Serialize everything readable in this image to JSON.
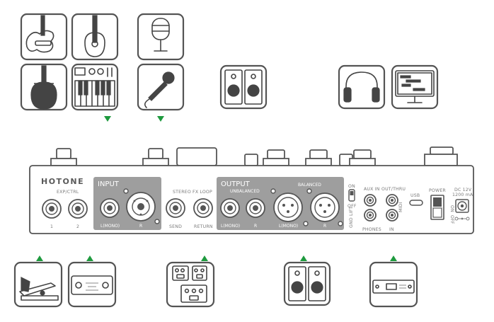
{
  "brand": {
    "name": "HOTONE"
  },
  "colors": {
    "panel_gray": "#9e9e9e",
    "outline": "#555555",
    "arrow_green": "#1e9a3e",
    "label_gray": "#7a7a7a"
  },
  "panel": {
    "exp_ctrl": {
      "title": "EXP/CTRL",
      "jack1": "1",
      "jack2": "2"
    },
    "input": {
      "title": "INPUT",
      "left": "L(MONO)",
      "right": "R"
    },
    "fx_loop": {
      "title": "STEREO FX LOOP",
      "send": "SEND",
      "return": "RETURN"
    },
    "output": {
      "title": "OUTPUT",
      "unbalanced": "UNBALANCED",
      "balanced": "BALANCED",
      "left_unbal": "L(MONO)",
      "right_unbal": "R",
      "left_bal": "L(MONO)",
      "right_bal": "R"
    },
    "gnd_lift": {
      "on": "ON",
      "off": "OFF",
      "label": "GND LIFT"
    },
    "aux_in": "AUX IN",
    "phones": "PHONES",
    "midi": {
      "out_thru": "OUT/THRU",
      "midi": "MIDI",
      "in": "IN"
    },
    "usb": "USB",
    "power": {
      "title": "POWER",
      "on": "ON",
      "off": "OFF"
    },
    "dc": {
      "line1": "DC 12V",
      "line2": "1200 mA"
    }
  },
  "icons_top": [
    "electric-guitar-icon",
    "acoustic-guitar-icon",
    "classical-guitar-icon",
    "keyboard-synth-icon",
    "studio-microphone-icon",
    "handheld-microphone-icon",
    "studio-monitors-icon",
    "headphones-icon",
    "computer-monitor-icon"
  ],
  "icons_bottom": [
    "expression-pedal-icon",
    "footswitch-icon",
    "effects-pedals-icon",
    "studio-monitors-icon",
    "midi-device-icon"
  ]
}
